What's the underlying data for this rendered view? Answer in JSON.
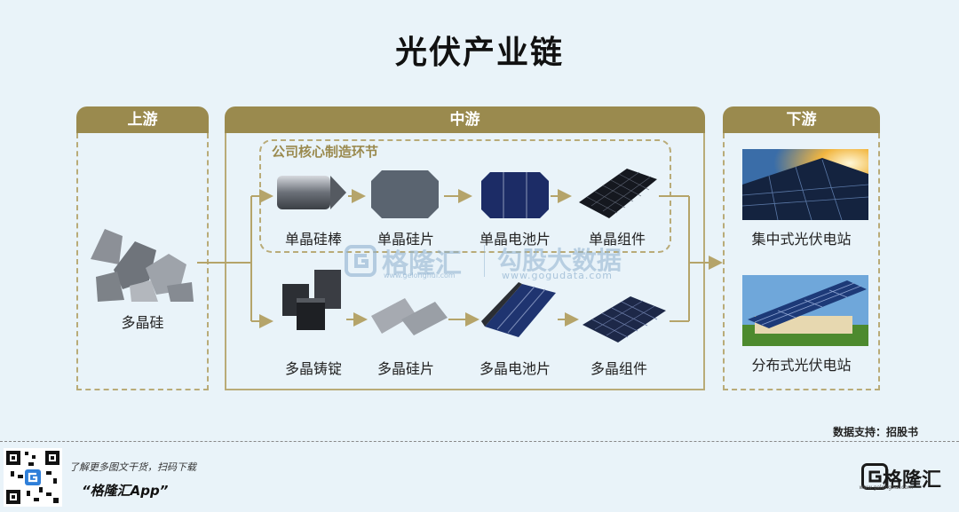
{
  "title": "光伏产业链",
  "columns": {
    "upstream": "上游",
    "midstream": "中游",
    "downstream": "下游"
  },
  "core_label": "公司核心制造环节",
  "upstream_item": "多晶硅",
  "mono_chain": [
    "单晶硅棒",
    "单晶硅片",
    "单晶电池片",
    "单晶组件"
  ],
  "poly_chain": [
    "多晶铸锭",
    "多晶硅片",
    "多晶电池片",
    "多晶组件"
  ],
  "downstream_items": [
    "集中式光伏电站",
    "分布式光伏电站"
  ],
  "watermark": {
    "gelonghui": "格隆汇",
    "gelonghui_url": "www.gelonghui.com",
    "gogudata": "勾股大数据",
    "gogudata_url": "www.gogudata.com"
  },
  "source": "数据支持：招股书",
  "footer": {
    "line1": "了解更多图文干货，扫码下载",
    "line2": "“格隆汇App”",
    "brand": "格隆汇",
    "brand_url": "www.gelonghui.com"
  },
  "colors": {
    "accent": "#9a8a4e",
    "border": "#b9ab78",
    "arrow": "#b5a46a",
    "background": "#e9f3f9"
  }
}
